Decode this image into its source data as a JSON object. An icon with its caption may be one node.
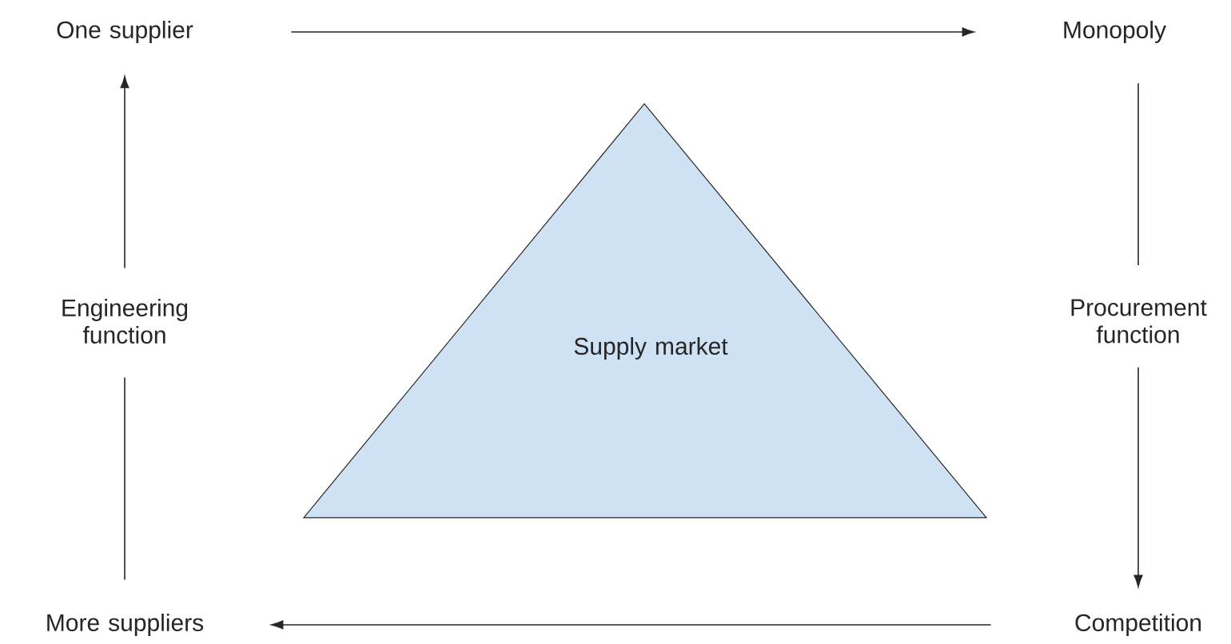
{
  "diagram": {
    "nodes": [
      {
        "text": [
          "One supplier"
        ]
      },
      {
        "text": [
          "Monopoly"
        ]
      },
      {
        "text": [
          "Procurement function"
        ]
      },
      {
        "text": [
          "Competition"
        ]
      },
      {
        "text": [
          "More suppliers"
        ]
      },
      {
        "text": [
          "Engineering function"
        ]
      },
      {
        "text": [
          "Supply market"
        ]
      }
    ],
    "edges": [
      {
        "from": 0,
        "to": 1,
        "arrow": "to"
      },
      {
        "from": 1,
        "to": 2,
        "arrow": "none"
      },
      {
        "from": 2,
        "to": 3,
        "arrow": "to"
      },
      {
        "from": 3,
        "to": 4,
        "arrow": "to"
      },
      {
        "from": 4,
        "to": 5,
        "arrow": "none"
      },
      {
        "from": 5,
        "to": 0,
        "arrow": "to"
      }
    ]
  }
}
